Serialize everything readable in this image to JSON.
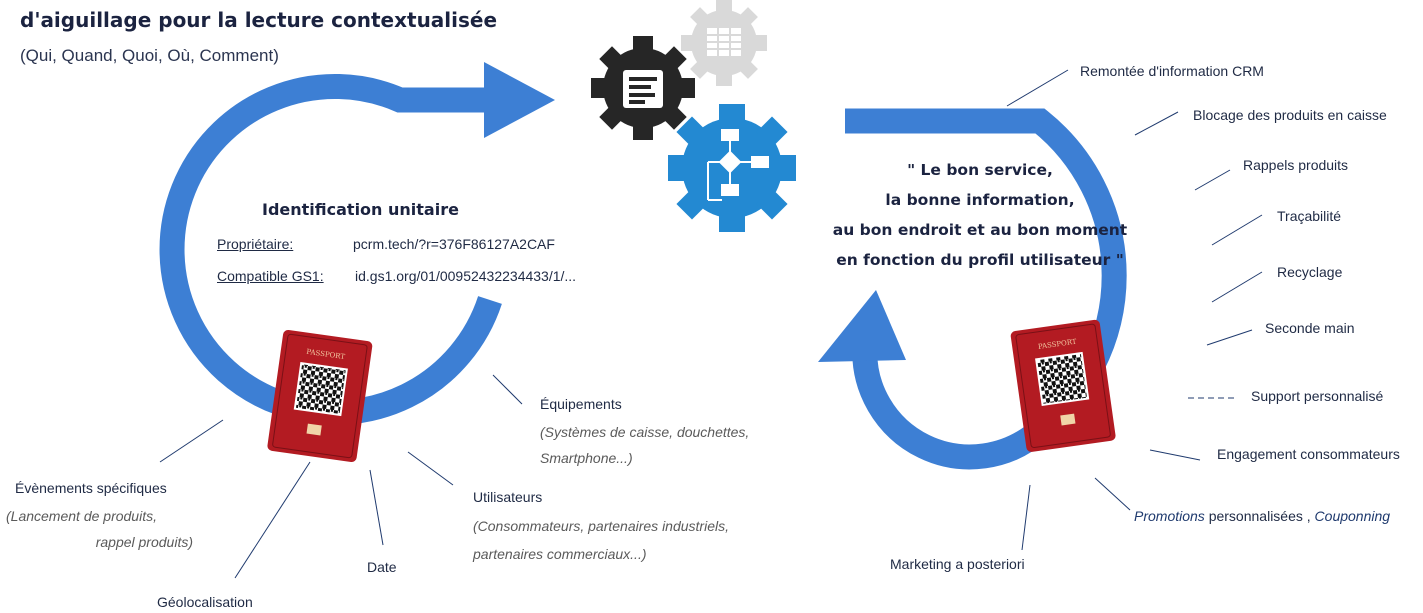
{
  "header": {
    "title_line": "d'aiguillage pour la lecture contextualisée",
    "subtitle": "(Qui, Quand, Quoi, Où, Comment)"
  },
  "left": {
    "id_title": "Identification unitaire",
    "owner_label": "Propriétaire:",
    "owner_value": "pcrm.tech/?r=376F86127A2CAF",
    "gs1_label": "Compatible GS1:",
    "gs1_value": "id.gs1.org/01/00952432234433/1/...",
    "equip_title": "Équipements",
    "equip_desc_1": "(Systèmes de caisse, douchettes,",
    "equip_desc_2": "Smartphone...)",
    "users_title": "Utilisateurs",
    "users_desc_1": "(Consommateurs, partenaires industriels,",
    "users_desc_2": "partenaires commerciaux...)",
    "events_title": "Évènements spécifiques",
    "events_desc_1": "(Lancement de produits,",
    "events_desc_2": "rappel produits)",
    "date": "Date",
    "geo": "Géolocalisation"
  },
  "center_quote": {
    "line1": "\" Le bon service,",
    "line2": "la bonne information,",
    "line3": "au bon endroit et au bon moment",
    "line4": "en fonction du profil utilisateur \""
  },
  "right_services": {
    "crm": "Remontée d'information CRM",
    "blocage": "Blocage des produits en caisse",
    "rappels": "Rappels produits",
    "tracabilite": "Traçabilité",
    "recyclage": "Recyclage",
    "seconde_main": "Seconde main",
    "support": "Support personnalisé",
    "engagement": "Engagement consommateurs",
    "promo_a": "Promotions",
    "promo_b": " personnalisées , ",
    "promo_c": "Couponning",
    "marketing": "Marketing a posteriori"
  },
  "colors": {
    "loop_blue": "#3d7fd4",
    "gear_dark": "#262626",
    "gear_light": "#d9d9d9",
    "gear_blue": "#2389d2",
    "passport_red": "#b31b22"
  },
  "icons": [
    "document-gear-icon",
    "table-gear-icon",
    "flowchart-gear-icon",
    "passport-qr-icon"
  ]
}
